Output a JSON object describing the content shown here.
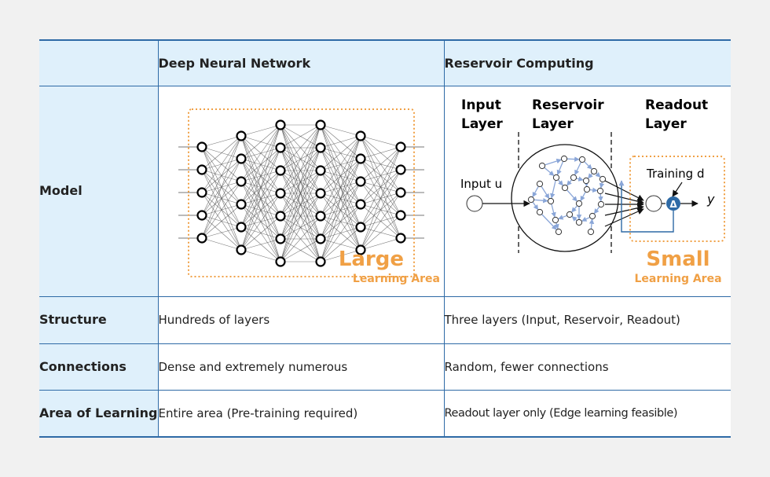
{
  "table": {
    "header": {
      "corner": "",
      "dnn": "Deep Neural Network",
      "rc": "Reservoir Computing"
    },
    "rows": [
      {
        "label": "Model",
        "dnn_fig": {
          "big_label": "Large",
          "sub_label": "Learning Area"
        },
        "rc_fig": {
          "input_layer": [
            "Input",
            "Layer"
          ],
          "reservoir_layer": [
            "Reservoir",
            "Layer"
          ],
          "readout_layer": [
            "Readout",
            "Layer"
          ],
          "input_label": "Input u",
          "training_label": "Training d",
          "output_label": "y",
          "delta_symbol": "Δ",
          "big_label": "Small",
          "sub_label": "Learning Area"
        }
      },
      {
        "label": "Structure",
        "dnn": "Hundreds of layers",
        "rc": "Three layers (Input, Reservoir, Readout)"
      },
      {
        "label": "Connections",
        "dnn": "Dense and extremely numerous",
        "rc": "Random, fewer connections"
      },
      {
        "label": "Area of Learning",
        "dnn": "Entire area (Pre-training required)",
        "rc": "Readout layer only (Edge learning feasible)"
      }
    ]
  },
  "colors": {
    "border": "#2e6aa6",
    "header_bg": "#dff0fb",
    "accent_orange": "#f0a045",
    "node_blue": "#8aa6d8",
    "delta_node": "#2e6aa6"
  }
}
